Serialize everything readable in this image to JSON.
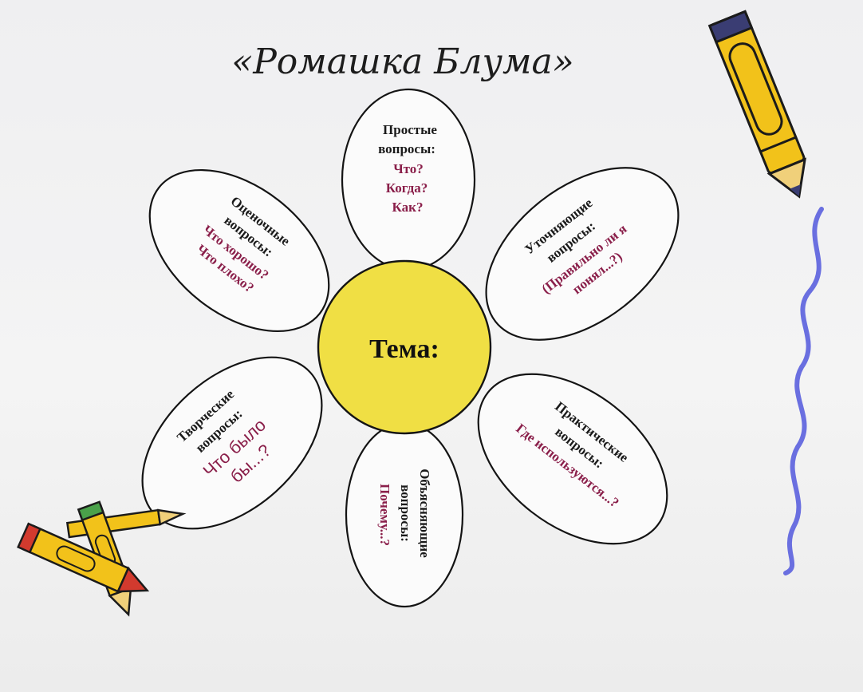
{
  "title": "«Ромашка Блума»",
  "center": {
    "label": "Тема:"
  },
  "petals": {
    "simple": {
      "caption": [
        "Простые",
        "вопросы:"
      ],
      "questions": [
        "Что?",
        "Когда?",
        "Как?"
      ]
    },
    "clarifying": {
      "caption": [
        "Уточняющие",
        "вопросы:"
      ],
      "questions": [
        "(Правильно ли я",
        "понял...?)"
      ]
    },
    "practical": {
      "caption": [
        "Практические",
        "вопросы:"
      ],
      "questions": [
        "Где используются...?"
      ]
    },
    "explaining": {
      "caption": [
        "Объясняющие",
        "вопросы:"
      ],
      "questions": [
        "Почему...?"
      ]
    },
    "creative": {
      "caption": [
        "Творческие",
        "вопросы:"
      ],
      "questions": [
        "Что было",
        "бы...?"
      ]
    },
    "evaluative": {
      "caption": [
        "Оценочные",
        "вопросы:"
      ],
      "questions": [
        "Что хорошо?",
        "Что плохо?"
      ]
    }
  },
  "colors": {
    "center_fill": "#f0df44",
    "question_text": "#8a1f4a",
    "squiggle": "#6a6fe0",
    "crayon_yellow": "#f2c21a",
    "crayon_red": "#d23a2e"
  },
  "decorations": [
    "pencil-crayon-top-right",
    "crayons-bottom-left",
    "wavy-line-right"
  ]
}
